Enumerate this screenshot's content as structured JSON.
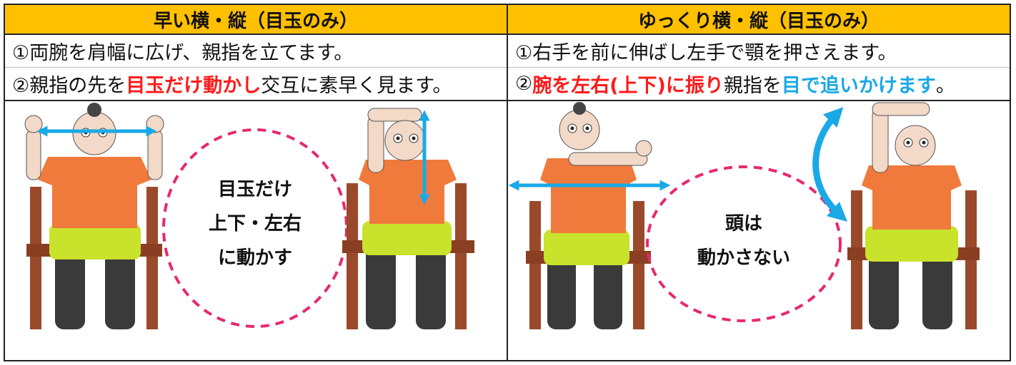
{
  "left": {
    "header": "早い横・縦（目玉のみ）",
    "step1": "①両腕を肩幅に広げ、親指を立てます。",
    "step2": {
      "prefix": "②親指の先を",
      "highlight": "目玉だけ動かし",
      "suffix": "交互に素早く見ます。"
    },
    "bubble": [
      "目玉だけ",
      "上下・左右",
      "に動かす"
    ]
  },
  "right": {
    "header": "ゆっくり横・縦（目玉のみ）",
    "step1": "①右手を前に伸ばし左手で顎を押さえます。",
    "step2": {
      "prefix": "②",
      "highlight_red": "腕を左右(上下)に振り",
      "middle": "親指を",
      "highlight_blue": "目で追いかけます",
      "suffix": "。"
    },
    "bubble": [
      "頭は",
      "動かさない"
    ]
  },
  "colors": {
    "header_bg": "#ffc000",
    "highlight_red": "#ff1a1a",
    "highlight_blue": "#1aa9e6",
    "bubble_dash": "#e8286e",
    "arrow": "#1aa9e6",
    "shirt": "#f07a3c",
    "shorts": "#c9e22b",
    "leggings": "#3a3a3a",
    "chair": "#9a4a2a"
  },
  "illustrations": {
    "left_figure_1": "person-arms-out-thumbs-up-icon",
    "left_figure_2": "person-arm-raised-thumb-icon",
    "right_figure_1": "person-arm-forward-hand-on-chin-icon",
    "right_figure_2": "person-arm-raised-hand-on-chin-icon"
  }
}
